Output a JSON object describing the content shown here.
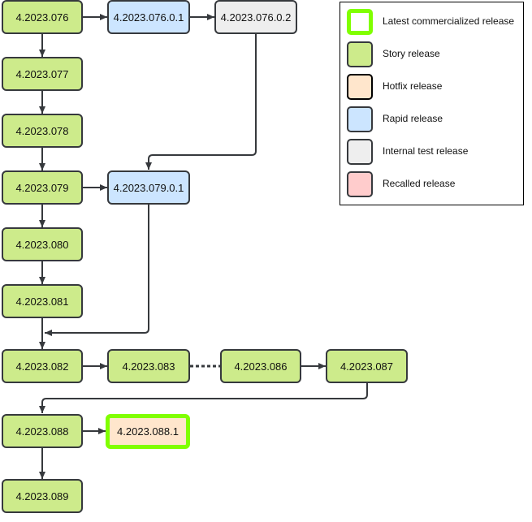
{
  "nodes": {
    "n076": "4.2023.076",
    "n076_0_1": "4.2023.076.0.1",
    "n076_0_2": "4.2023.076.0.2",
    "n077": "4.2023.077",
    "n078": "4.2023.078",
    "n079": "4.2023.079",
    "n079_0_1": "4.2023.079.0.1",
    "n080": "4.2023.080",
    "n081": "4.2023.081",
    "n082": "4.2023.082",
    "n083": "4.2023.083",
    "n086": "4.2023.086",
    "n087": "4.2023.087",
    "n088": "4.2023.088",
    "n088_1": "4.2023.088.1",
    "n089": "4.2023.089"
  },
  "legend": {
    "latest": "Latest commercialized release",
    "story": "Story release",
    "hotfix": "Hotfix release",
    "rapid": "Rapid release",
    "internal": "Internal test release",
    "recalled": "Recalled release"
  },
  "colors": {
    "story": "#cdeb8b",
    "rapid": "#cce5ff",
    "internal": "#eeeeee",
    "hotfix": "#ffe6cc",
    "recalled": "#ffcccc",
    "latest_border": "#80ff00",
    "edge": "#36393d"
  }
}
